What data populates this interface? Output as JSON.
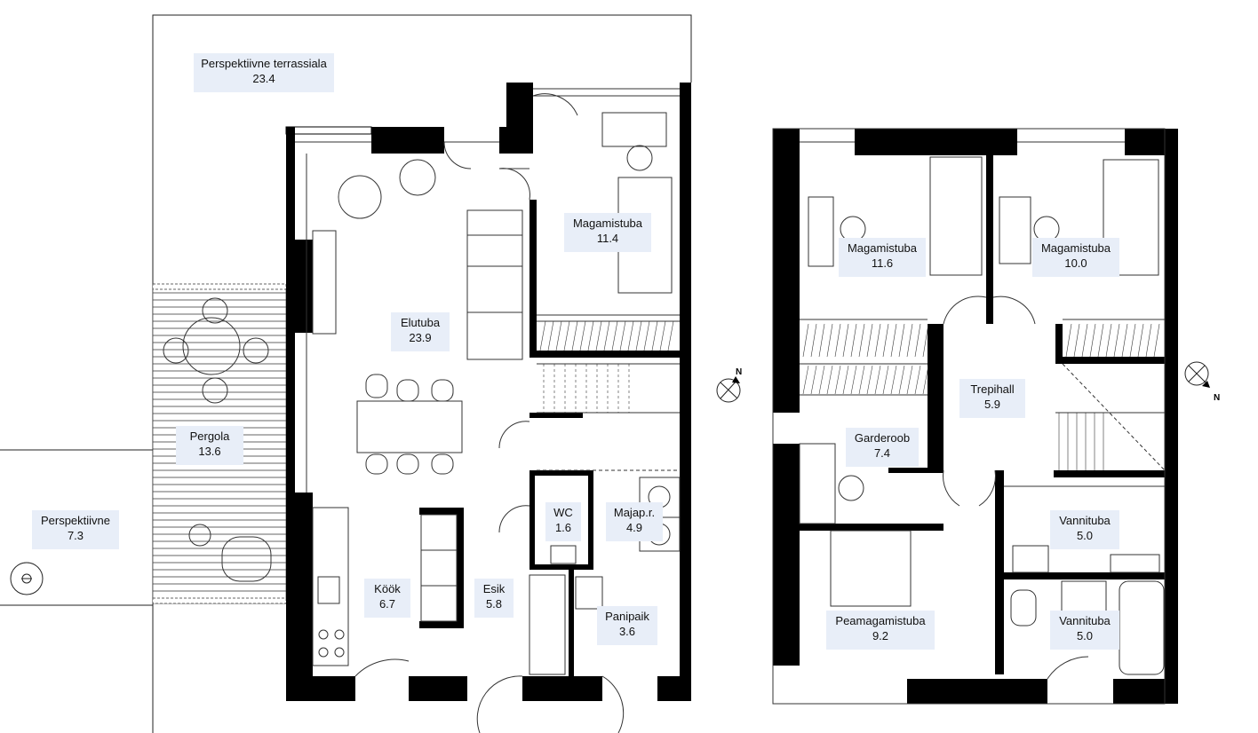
{
  "ground_floor": {
    "rooms": [
      {
        "id": "terrace",
        "name": "Perspektiivne terrassiala",
        "area": "23.4"
      },
      {
        "id": "pergola",
        "name": "Pergola",
        "area": "13.6"
      },
      {
        "id": "perspective",
        "name": "Perspektiivne",
        "area": "7.3"
      },
      {
        "id": "bedroom",
        "name": "Magamistuba",
        "area": "11.4"
      },
      {
        "id": "living",
        "name": "Elutuba",
        "area": "23.9"
      },
      {
        "id": "wc",
        "name": "WC",
        "area": "1.6"
      },
      {
        "id": "utility",
        "name": "Majap.r.",
        "area": "4.9"
      },
      {
        "id": "kitchen",
        "name": "Köök",
        "area": "6.7"
      },
      {
        "id": "hall",
        "name": "Esik",
        "area": "5.8"
      },
      {
        "id": "sauna",
        "name": "Panipaik",
        "area": "3.6"
      }
    ],
    "north_symbol": "N"
  },
  "upper_floor": {
    "rooms": [
      {
        "id": "bed1",
        "name": "Magamistuba",
        "area": "11.6"
      },
      {
        "id": "bed2",
        "name": "Magamistuba",
        "area": "10.0"
      },
      {
        "id": "stairhall",
        "name": "Trepihall",
        "area": "5.9"
      },
      {
        "id": "wardrobe",
        "name": "Garderoob",
        "area": "7.4"
      },
      {
        "id": "bath1",
        "name": "Vannituba",
        "area": "5.0"
      },
      {
        "id": "master",
        "name": "Peamagamistuba",
        "area": "9.2"
      },
      {
        "id": "bath2",
        "name": "Vannituba",
        "area": "5.0"
      }
    ],
    "north_symbol": "N"
  },
  "colors": {
    "wall": "#000000",
    "line": "#222222",
    "label_bg": "#e8eef8"
  }
}
